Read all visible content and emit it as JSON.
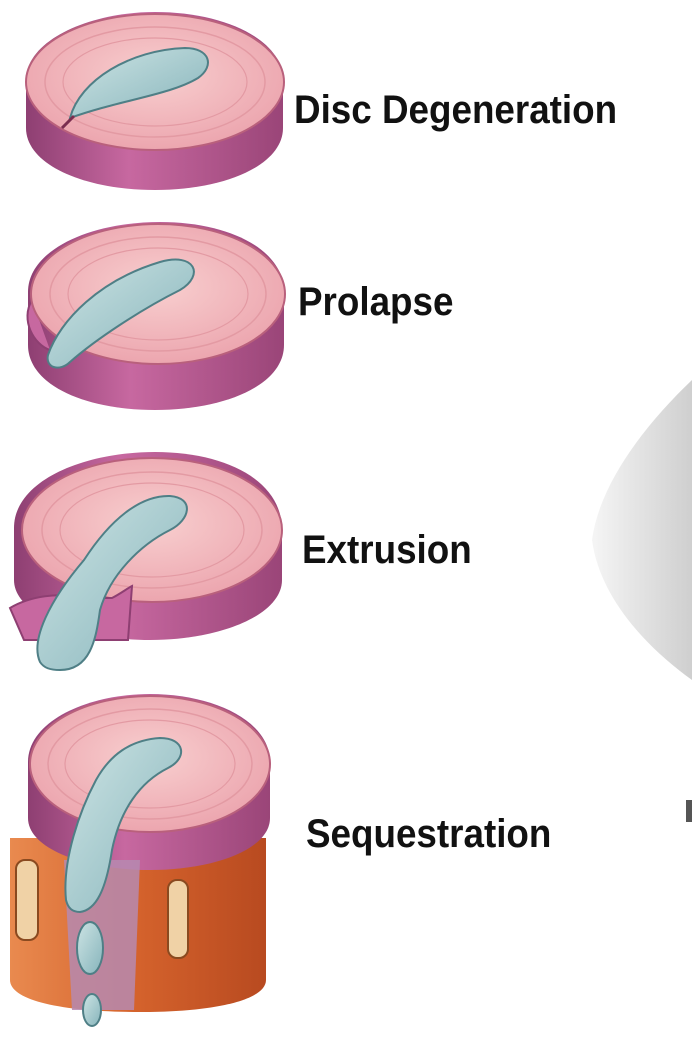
{
  "stages": [
    {
      "id": "degeneration",
      "label": "Disc Degeneration"
    },
    {
      "id": "prolapse",
      "label": "Prolapse"
    },
    {
      "id": "extrusion",
      "label": "Extrusion"
    },
    {
      "id": "sequestration",
      "label": "Sequestration"
    }
  ],
  "colors": {
    "disc_top": "#f2b6bb",
    "disc_side": "#b7578f",
    "nucleus": "#a9cdd0",
    "vertebra": "#d9672e"
  }
}
